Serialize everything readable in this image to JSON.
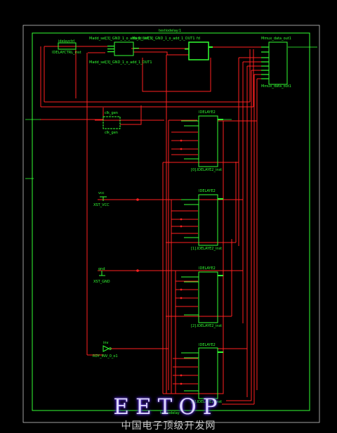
{
  "colors": {
    "background": "#000000",
    "component": "#33ff33",
    "net": "#ff2020",
    "frame": "#c8c8c8"
  },
  "top_module": "testiodelay:1",
  "bottom_module": "testiodelay",
  "ctrl": {
    "top": "idelayctrl",
    "bottom": "IDELAYCTRL_inst"
  },
  "adder_labels": {
    "left": "Madd_sel[3]_GND_1_o_add_1_OUT1",
    "right": "Madd_sel[3]_GND_1_o_add_1_OUT1"
  },
  "sel_reg": "fd",
  "mux": {
    "top": "Mmux_data_out1",
    "bottom": "Mmux_data_out1"
  },
  "clkgen": {
    "top": "clk_gen",
    "bottom": "clk_gen"
  },
  "vcc": {
    "net": "vcc",
    "inst": "XST_VCC"
  },
  "gnd": {
    "net": "gnd",
    "inst": "XST_GND"
  },
  "inv": {
    "net": "inv",
    "inst": "RDY_INV_0_o1"
  },
  "idelay_type": "IDELAYE2",
  "idelays": [
    {
      "inst": "[0].IDELAYE2_inst"
    },
    {
      "inst": "[1].IDELAYE2_inst"
    },
    {
      "inst": "[2].IDELAYE2_inst"
    },
    {
      "inst": "[3].IDELAYE2_inst"
    }
  ],
  "watermark": {
    "logo": "EETOP",
    "site": "中国电子顶级开发网"
  }
}
